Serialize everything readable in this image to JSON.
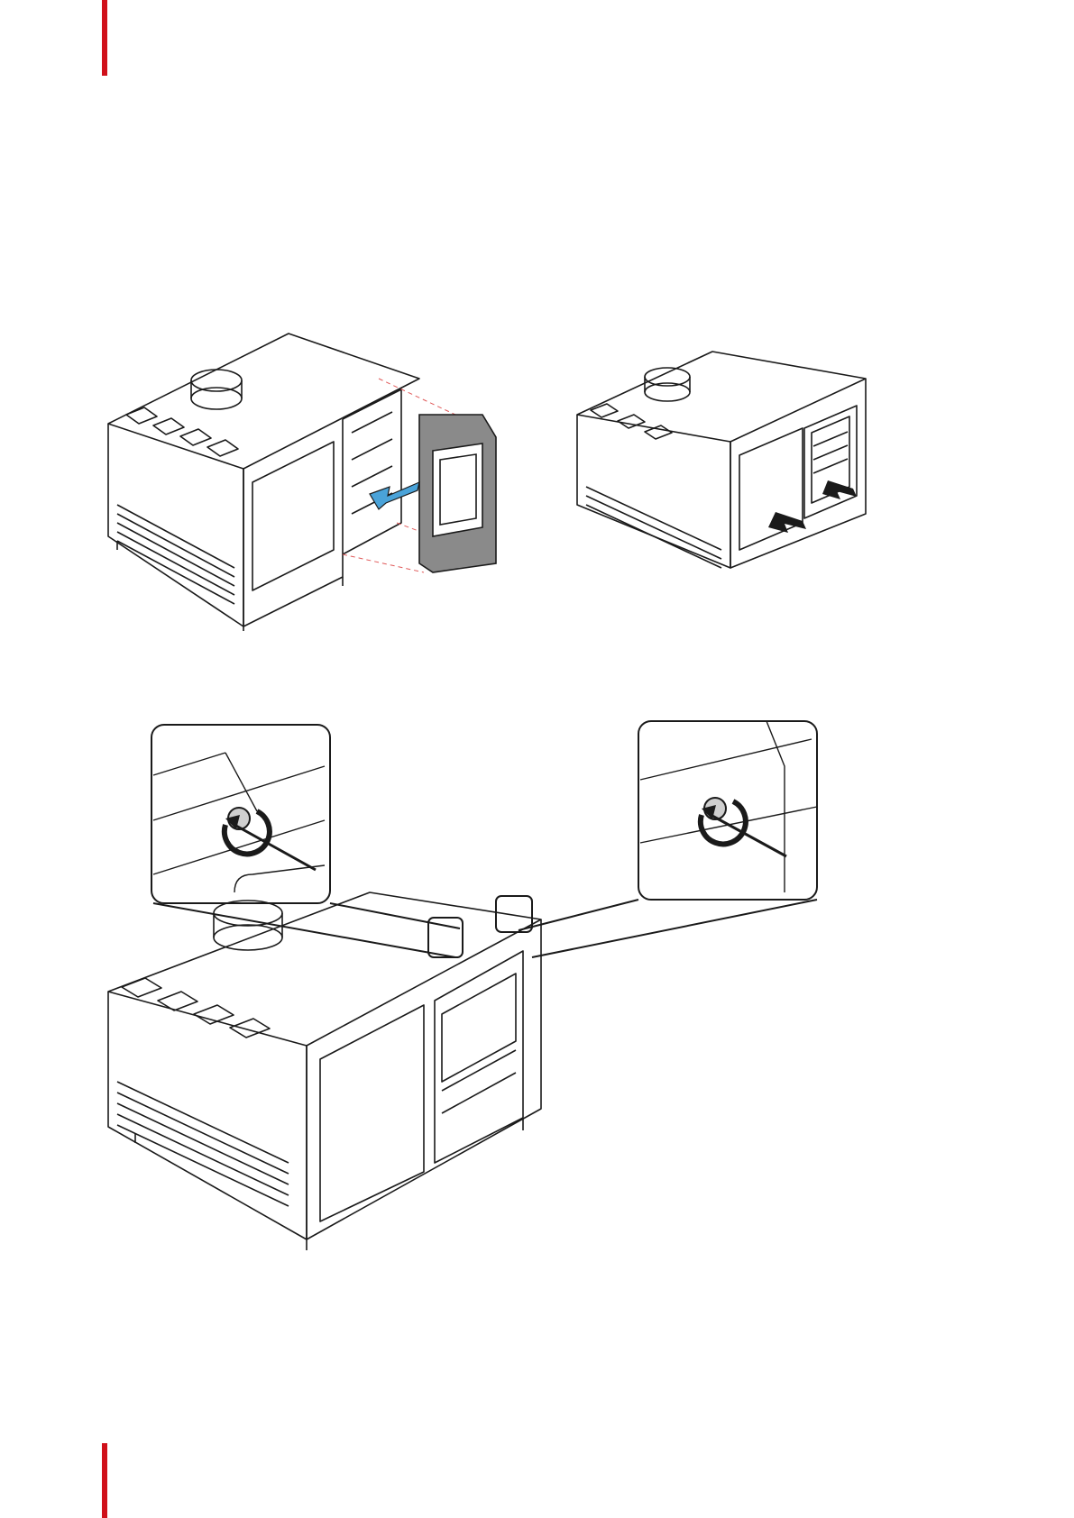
{
  "page": {
    "accent_color": "#d0101a"
  },
  "colors": {
    "line": "#1a1a1a",
    "cover_fill": "#8a8a8a",
    "insert_arrow": "#4aa3d9",
    "push_arrow": "#1a1a1a",
    "guide_dashes": "#e05a5a"
  },
  "figures": [
    {
      "id": "fig-1",
      "icon": "projector-cover-insert-illustration"
    },
    {
      "id": "fig-2",
      "icon": "projector-cover-push-illustration"
    },
    {
      "id": "fig-3",
      "icon": "projector-screw-fastening-detail-illustration"
    }
  ]
}
